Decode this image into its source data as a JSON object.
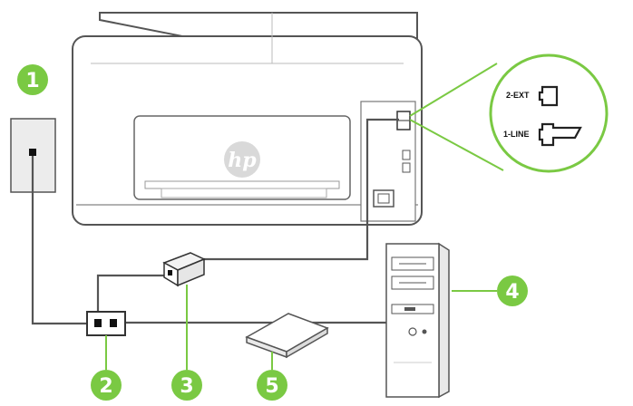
{
  "colors": {
    "callout": "#7ac943",
    "line": "#555555",
    "device_fill": "#ffffff",
    "device_shade": "#e9e9e9",
    "logo_gray": "#d9d9d9"
  },
  "printer": {
    "icon": "hp-logo"
  },
  "port_zoom": {
    "ports": [
      {
        "label": "2-EXT"
      },
      {
        "label": "1-LINE"
      }
    ]
  },
  "callouts": [
    {
      "number": "1",
      "target": "wall-phone-jack"
    },
    {
      "number": "2",
      "target": "parallel-splitter"
    },
    {
      "number": "3",
      "target": "dsl-adsl-filter"
    },
    {
      "number": "4",
      "target": "computer"
    },
    {
      "number": "5",
      "target": "modem"
    }
  ]
}
